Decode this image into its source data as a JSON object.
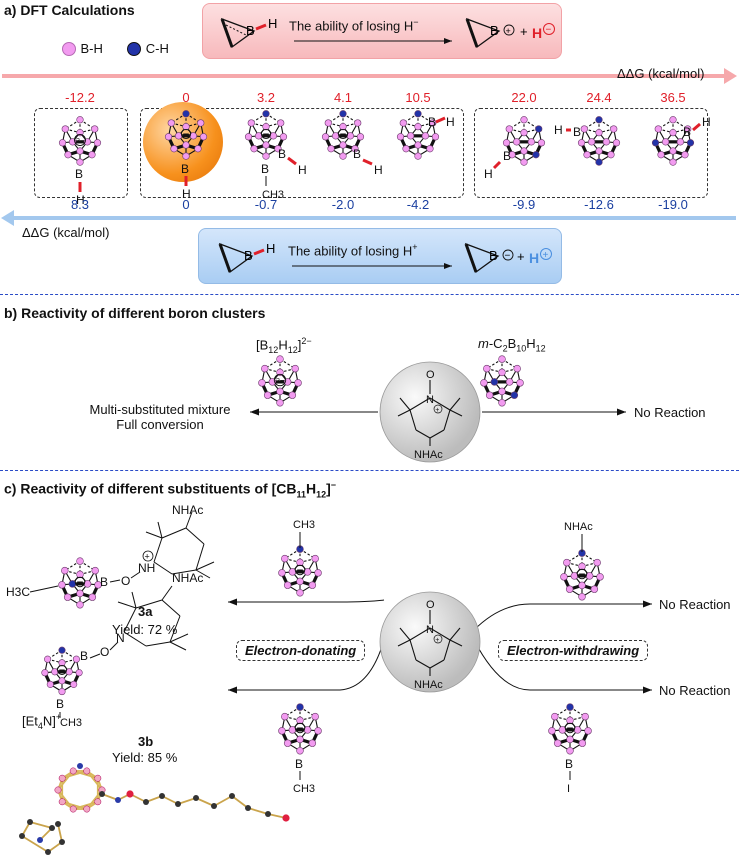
{
  "section_a": {
    "title": "a) DFT Calculations",
    "legend": [
      {
        "label": "B-H",
        "color": "#f29bf0"
      },
      {
        "label": "C-H",
        "color": "#2233a8"
      }
    ],
    "top_box_text": "The ability of losing H",
    "top_box_sup": "−",
    "top_axis_label": "ΔΔG (kcal/mol)",
    "bottom_box_text": "The ability of losing H",
    "bottom_box_sup": "+",
    "bottom_axis_label": "ΔΔG (kcal/mol)",
    "hydride_values": [
      "-12.2",
      "0",
      "3.2",
      "4.1",
      "10.5",
      "22.0",
      "24.4",
      "36.5"
    ],
    "proton_values": [
      "8.3",
      "0",
      "-0.7",
      "-2.0",
      "-4.2",
      "-9.9",
      "-12.6",
      "-19.0"
    ],
    "atom_B": "B",
    "atom_H": "H",
    "atom_CH3": "CH3"
  },
  "section_b": {
    "title": "b) Reactivity of different boron clusters",
    "left_cluster": "[B12H12]2−",
    "right_cluster": "m-C2B10H12",
    "left_result_1": "Multi-substituted mixture",
    "left_result_2": "Full conversion",
    "right_result": "No Reaction",
    "reagent_sub": "NHAc"
  },
  "section_c": {
    "title": "c) Reactivity of different substituents of [CB11H12]−",
    "p3a_label": "3a",
    "p3a_yield": "Yield: 72 %",
    "p3b_label": "3b",
    "p3b_yield": "Yield: 85 %",
    "counterion": "[Et4N]+",
    "donating": "Electron-donating",
    "withdrawing": "Electron-withdrawing",
    "no_reaction": "No Reaction",
    "sub_ch3": "CH3",
    "sub_nhac": "NHAc",
    "sub_i": "I",
    "h3c": "H3C",
    "nhac": "NHAc"
  },
  "colors": {
    "boron": "#f29bf0",
    "carbon": "#2233a8",
    "hydride": "#e0202a",
    "proton": "#4a8fe0",
    "bh_bond": "#e0202a"
  }
}
